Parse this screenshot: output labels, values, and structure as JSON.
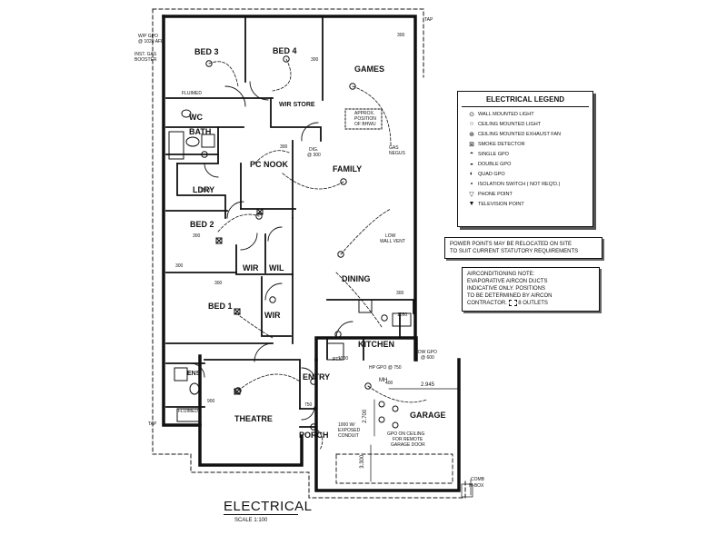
{
  "rooms": {
    "bed3": "BED 3",
    "bed4": "BED 4",
    "games": "GAMES",
    "wc": "WC",
    "bath": "BATH",
    "pc_nook": "PC NOOK",
    "family": "FAMILY",
    "ldry": "LDRY",
    "bed2": "BED 2",
    "wir_a": "WIR",
    "wil": "WIL",
    "dining": "DINING",
    "bed1": "BED 1",
    "wir_b": "WIR",
    "wir_store_1": "WIR",
    "wir_store_2": "STORE",
    "kitchen": "KITCHEN",
    "ens": "ENS",
    "theatre": "THEATRE",
    "entry": "ENTRY",
    "porch": "PORCH",
    "garage": "GARAGE"
  },
  "notes": {
    "wp_gpo": "W/P GPO",
    "wp_gpo_height": "@ 1020 AFL",
    "inst_gas_booster": "INST. GAS BOOSTER",
    "fluimed": "FLUIMED",
    "approx_bhwu": [
      "APPROX.",
      "POSITION",
      "OF BHWU"
    ],
    "dig": "DIG.",
    "dig_height": "@ 300",
    "gas_negus": [
      "GAS",
      "NEGUS"
    ],
    "low_wall_vent": [
      "LOW",
      "WALL VENT"
    ],
    "dw_gpo": [
      "DW GPO",
      "@ 600"
    ],
    "tap_top": "TAP",
    "tap_left": "TAP",
    "hp_gpo": "HP GPO @ 750",
    "mh": "MH",
    "pty": "PTY",
    "gpo_ceiling": [
      "GPO ON CEILING",
      "FOR REMOTE",
      "GARAGE DOOR"
    ],
    "exposed_conduit": [
      "1000 W/",
      "EXPOSED",
      "CONDUIT"
    ],
    "comb_mbox": [
      "COMB",
      "M-BOX"
    ],
    "h300": "300",
    "h1550": "1550",
    "h900": "900",
    "h750": "750",
    "h1200": "1200",
    "h1050": "1050",
    "dim_400": "400",
    "dim_2945": "2.945",
    "dim_2700": "2.700",
    "dim_3300": "3.300"
  },
  "legend": {
    "title": "ELECTRICAL LEGEND",
    "items": [
      {
        "symbol": "wall-light",
        "glyph": "⊙",
        "label": "WALL MOUNTED LIGHT"
      },
      {
        "symbol": "ceiling-light",
        "glyph": "○",
        "label": "CEILING MOUNTED LIGHT"
      },
      {
        "symbol": "exhaust-fan",
        "glyph": "⊕",
        "label": "CEILING MOUNTED EXHAUST FAN"
      },
      {
        "symbol": "smoke-detector",
        "glyph": "⊠",
        "label": "SMOKE DETECTOR"
      },
      {
        "symbol": "single-gpo",
        "glyph": "◓",
        "label": "SINGLE GPO"
      },
      {
        "symbol": "double-gpo",
        "glyph": "◒",
        "label": "DOUBLE GPO"
      },
      {
        "symbol": "quad-gpo",
        "glyph": "◐",
        "label": "QUAD GPO"
      },
      {
        "symbol": "isolation-switch",
        "glyph": "⬩",
        "label": "ISOLATION SWITCH ( NOT REQ'D.)"
      },
      {
        "symbol": "phone-point",
        "glyph": "▽",
        "label": "PHONE POINT"
      },
      {
        "symbol": "tv-point",
        "glyph": "▼",
        "label": "TELEVISION POINT"
      }
    ]
  },
  "power_note": [
    "POWER POINTS MAY BE RELOCATED ON SITE",
    "TO SUIT CURRENT STATUTORY REQUIREMENTS"
  ],
  "aircon_note": [
    "AIRCONDITIONING NOTE:",
    "EVAPORATIVE AIRCON DUCTS",
    "INDICATIVE ONLY. POSITIONS",
    "TO BE DETERMINED BY AIRCON",
    "CONTRACTOR.",
    "8 OUTLETS"
  ],
  "title": "ELECTRICAL",
  "scale": "SCALE 1:100",
  "colors": {
    "ink": "#111111",
    "paper": "#ffffff"
  }
}
